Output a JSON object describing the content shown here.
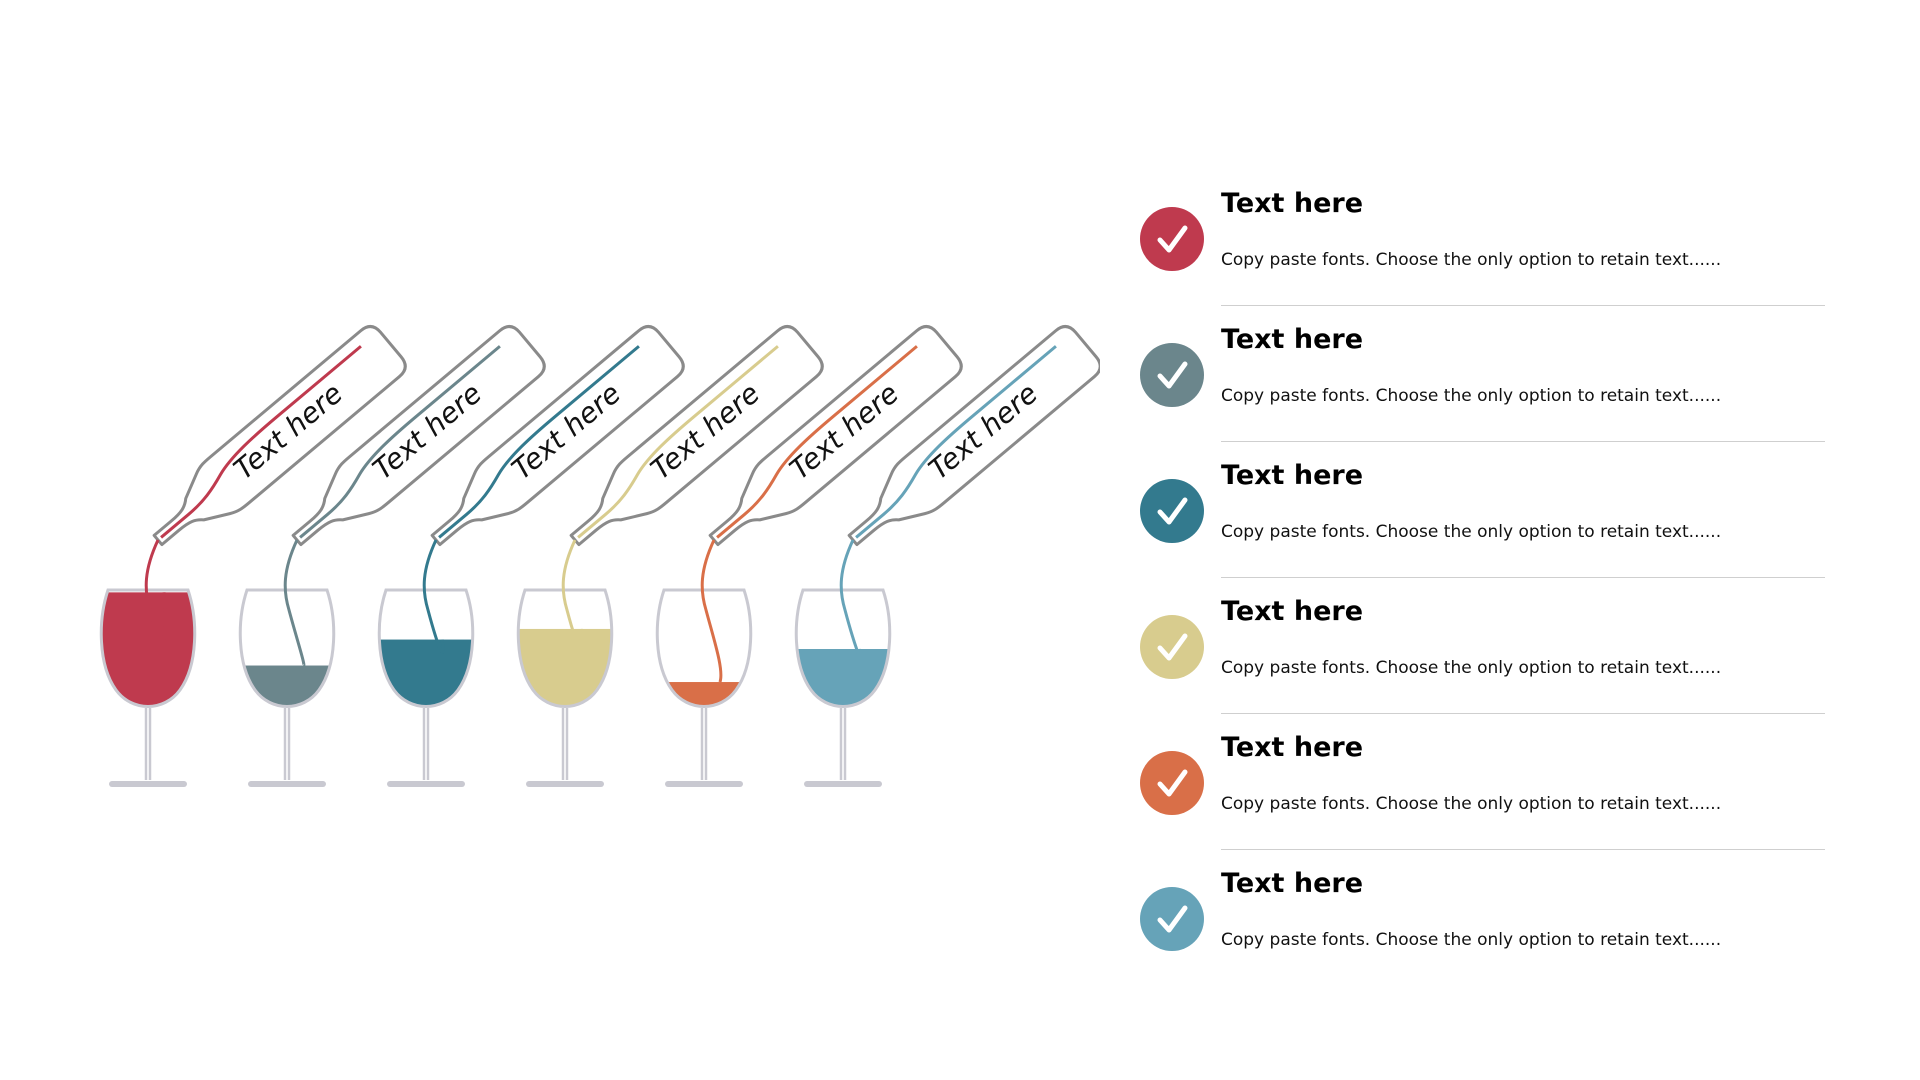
{
  "colors": {
    "outline_bottle": "#8a8a8a",
    "outline_glass": "#c9c9d1",
    "white": "#ffffff"
  },
  "glasses": [
    {
      "label": "Text here",
      "color": "#bf3a4e",
      "fill_level": 0.98
    },
    {
      "label": "Text here",
      "color": "#6b868c",
      "fill_level": 0.36
    },
    {
      "label": "Text here",
      "color": "#337a8e",
      "fill_level": 0.58
    },
    {
      "label": "Text here",
      "color": "#d8cc8e",
      "fill_level": 0.67
    },
    {
      "label": "Text here",
      "color": "#d96f48",
      "fill_level": 0.22
    },
    {
      "label": "Text here",
      "color": "#66a3b8",
      "fill_level": 0.5
    }
  ],
  "items": [
    {
      "title": "Text here",
      "description": "Copy paste fonts. Choose the only option to retain text......",
      "color": "#bf3a4e",
      "icon": "check-icon"
    },
    {
      "title": "Text here",
      "description": "Copy paste fonts. Choose the only option to retain text......",
      "color": "#6b868c",
      "icon": "check-icon"
    },
    {
      "title": "Text here",
      "description": "Copy paste fonts. Choose the only option to retain text......",
      "color": "#337a8e",
      "icon": "check-icon"
    },
    {
      "title": "Text here",
      "description": "Copy paste fonts. Choose the only option to retain text......",
      "color": "#d8cc8e",
      "icon": "check-icon"
    },
    {
      "title": "Text here",
      "description": "Copy paste fonts. Choose the only option to retain text......",
      "color": "#d96f48",
      "icon": "check-icon"
    },
    {
      "title": "Text here",
      "description": "Copy paste fonts. Choose the only option to retain text......",
      "color": "#66a3b8",
      "icon": "check-icon"
    }
  ]
}
